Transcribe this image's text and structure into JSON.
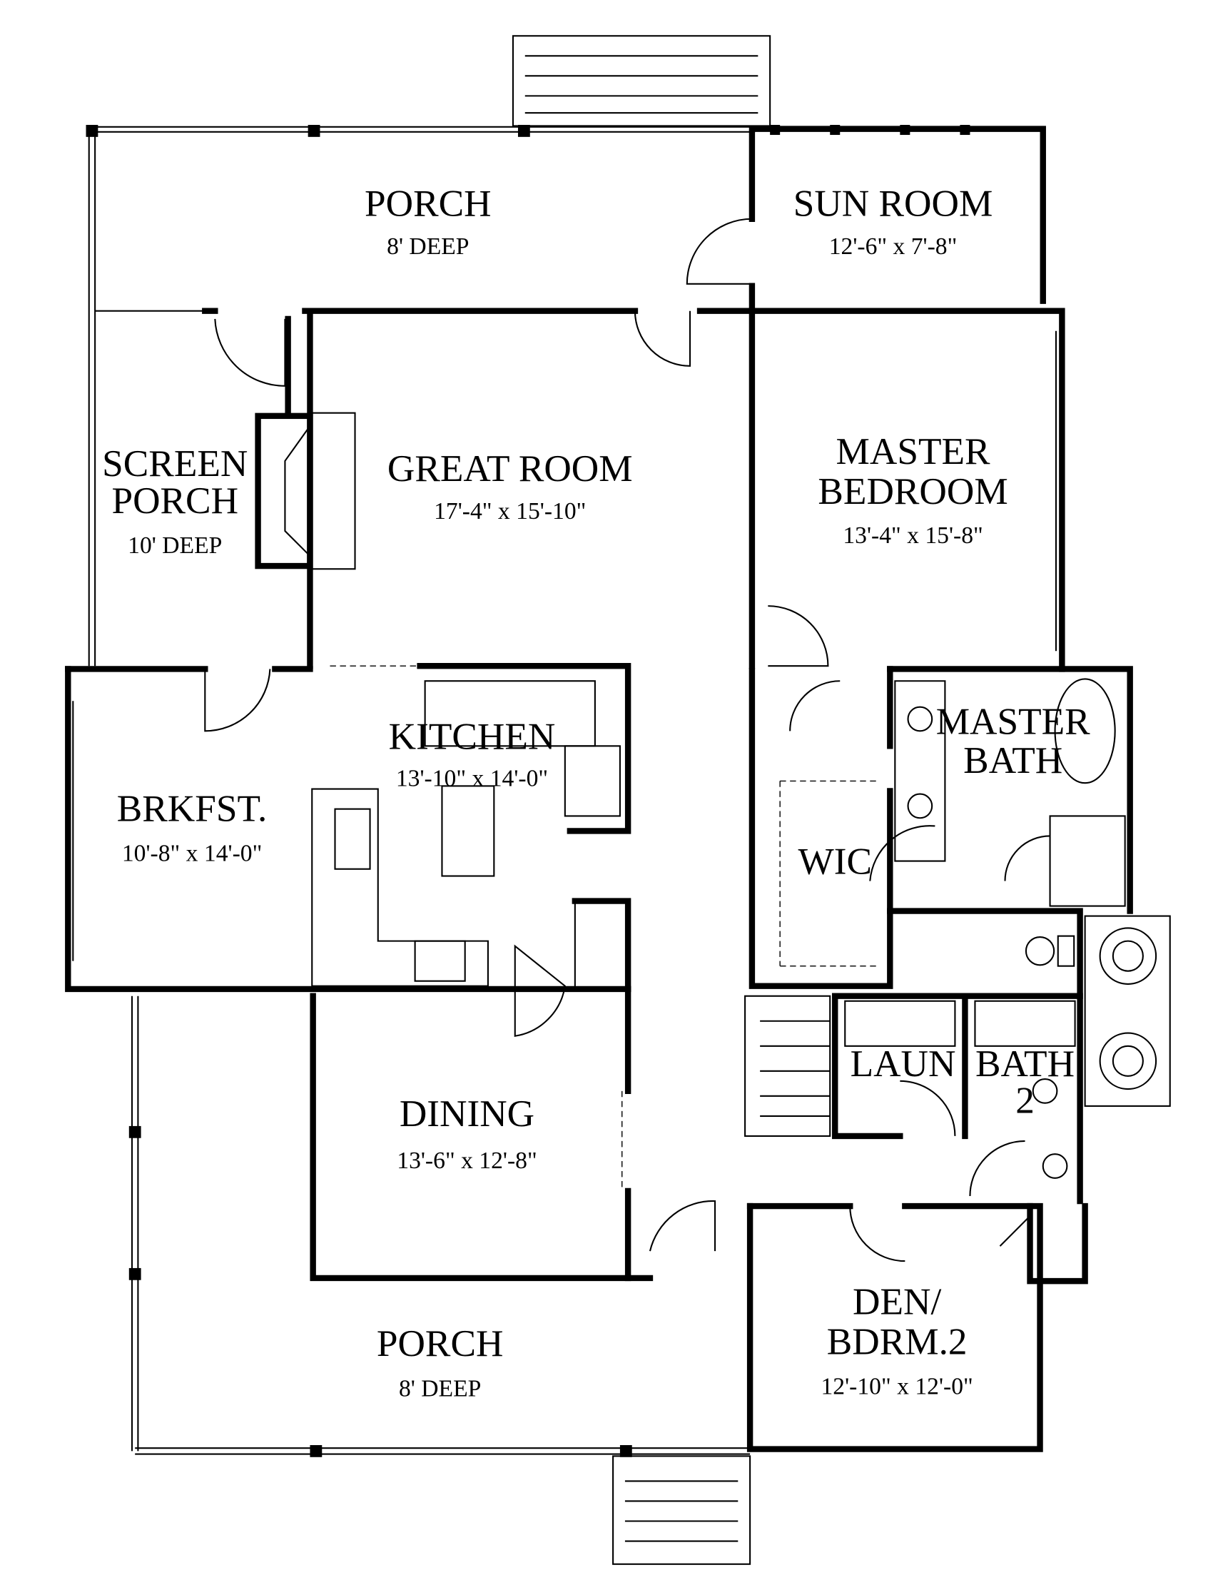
{
  "rooms": {
    "porch_rear": {
      "name": "PORCH",
      "size": "8' DEEP"
    },
    "sun_room": {
      "name": "SUN ROOM",
      "size": "12'-6\" x 7'-8\""
    },
    "screen_porch": {
      "name1": "SCREEN",
      "name2": "PORCH",
      "size": "10' DEEP"
    },
    "great_room": {
      "name": "GREAT ROOM",
      "size": "17'-4\" x 15'-10\""
    },
    "master_bedroom": {
      "name1": "MASTER",
      "name2": "BEDROOM",
      "size": "13'-4\" x 15'-8\""
    },
    "kitchen": {
      "name": "KITCHEN",
      "size": "13'-10\" x 14'-0\""
    },
    "master_bath": {
      "name1": "MASTER",
      "name2": "BATH"
    },
    "brkfst": {
      "name": "BRKFST.",
      "size": "10'-8\" x 14'-0\""
    },
    "wic": {
      "name": "WIC"
    },
    "laun": {
      "name": "LAUN"
    },
    "bath2": {
      "name1": "BATH",
      "name2": "2"
    },
    "dining": {
      "name": "DINING",
      "size": "13'-6\" x 12'-8\""
    },
    "porch_front": {
      "name": "PORCH",
      "size": "8' DEEP"
    },
    "den": {
      "name1": "DEN/",
      "name2": "BDRM.2",
      "size": "12'-10\" x 12'-0\""
    }
  }
}
